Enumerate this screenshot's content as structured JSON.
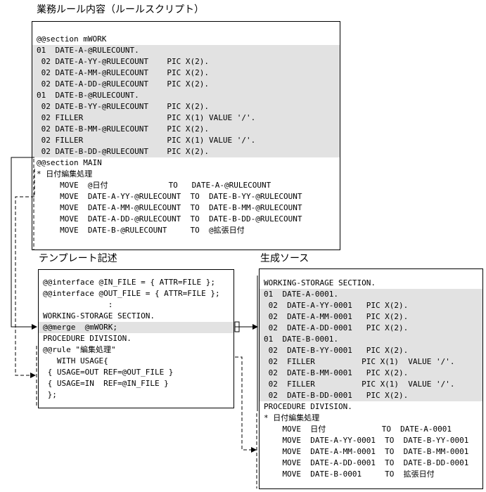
{
  "rule_box": {
    "title": "業務ルール内容（ルールスクリプト）",
    "lines": [
      {
        "text": "@@section mWORK",
        "shade": false
      },
      {
        "text": "01  DATE-A-@RULECOUNT.",
        "shade": true
      },
      {
        "text": " 02 DATE-A-YY-@RULECOUNT    PIC X(2).",
        "shade": true
      },
      {
        "text": " 02 DATE-A-MM-@RULECOUNT    PIC X(2).",
        "shade": true
      },
      {
        "text": " 02 DATE-A-DD-@RULECOUNT    PIC X(2).",
        "shade": true
      },
      {
        "text": "01  DATE-B-@RULECOUNT.",
        "shade": true
      },
      {
        "text": " 02 DATE-B-YY-@RULECOUNT    PIC X(2).",
        "shade": true
      },
      {
        "text": " 02 FILLER                  PIC X(1) VALUE '/'.",
        "shade": true
      },
      {
        "text": " 02 DATE-B-MM-@RULECOUNT    PIC X(2).",
        "shade": true
      },
      {
        "text": " 02 FILLER                  PIC X(1) VALUE '/'.",
        "shade": true
      },
      {
        "text": " 02 DATE-B-DD-@RULECOUNT    PIC X(2).",
        "shade": true
      },
      {
        "text": "@@section MAIN",
        "shade": false
      },
      {
        "text": "* 日付編集処理",
        "shade": false
      },
      {
        "text": "     MOVE  @日付             TO   DATE-A-@RULECOUNT",
        "shade": false
      },
      {
        "text": "     MOVE  DATE-A-YY-@RULECOUNT  TO  DATE-B-YY-@RULECOUNT",
        "shade": false
      },
      {
        "text": "     MOVE  DATE-A-MM-@RULECOUNT  TO  DATE-B-MM-@RULECOUNT",
        "shade": false
      },
      {
        "text": "     MOVE  DATE-A-DD-@RULECOUNT  TO  DATE-B-DD-@RULECOUNT",
        "shade": false
      },
      {
        "text": "     MOVE  DATE-B-@RULECOUNT     TO  @拡張日付",
        "shade": false
      }
    ]
  },
  "template_box": {
    "title": "テンプレート記述",
    "lines": [
      {
        "text": "@@interface @IN_FILE = { ATTR=FILE };",
        "shade": false
      },
      {
        "text": "@@interface @OUT_FILE = { ATTR=FILE };",
        "shade": false
      },
      {
        "text": "              :",
        "shade": false
      },
      {
        "text": "WORKING-STORAGE SECTION.",
        "shade": false
      },
      {
        "text": "@@merge  @mWORK;",
        "shade": true
      },
      {
        "text": "PROCEDURE DIVISION.",
        "shade": false
      },
      {
        "text": "@@rule \"編集処理\"",
        "shade": false
      },
      {
        "text": "   WITH USAGE{",
        "shade": false
      },
      {
        "text": " { USAGE=OUT REF=@OUT_FILE }",
        "shade": false
      },
      {
        "text": " { USAGE=IN  REF=@IN_FILE }",
        "shade": false
      },
      {
        "text": " };",
        "shade": false
      }
    ]
  },
  "source_box": {
    "title": "生成ソース",
    "lines": [
      {
        "text": "WORKING-STORAGE SECTION.",
        "shade": false
      },
      {
        "text": "01  DATE-A-0001.",
        "shade": true
      },
      {
        "text": " 02  DATE-A-YY-0001   PIC X(2).",
        "shade": true
      },
      {
        "text": " 02  DATE-A-MM-0001   PIC X(2).",
        "shade": true
      },
      {
        "text": " 02  DATE-A-DD-0001   PIC X(2).",
        "shade": true
      },
      {
        "text": "01  DATE-B-0001.",
        "shade": true
      },
      {
        "text": " 02  DATE-B-YY-0001   PIC X(2).",
        "shade": true
      },
      {
        "text": " 02  FILLER          PIC X(1)  VALUE '/'.",
        "shade": true
      },
      {
        "text": " 02  DATE-B-MM-0001   PIC X(2).",
        "shade": true
      },
      {
        "text": " 02  FILLER          PIC X(1)  VALUE '/'.",
        "shade": true
      },
      {
        "text": " 02  DATE-B-DD-0001   PIC X(2).",
        "shade": true
      },
      {
        "text": "PROCEDURE DIVISION.",
        "shade": false
      },
      {
        "text": "* 日付編集処理",
        "shade": false
      },
      {
        "text": "    MOVE  日付            TO  DATE-A-0001",
        "shade": false
      },
      {
        "text": "    MOVE  DATE-A-YY-0001  TO  DATE-B-YY-0001",
        "shade": false
      },
      {
        "text": "    MOVE  DATE-A-MM-0001  TO  DATE-B-MM-0001",
        "shade": false
      },
      {
        "text": "    MOVE  DATE-A-DD-0001  TO  DATE-B-DD-0001",
        "shade": false
      },
      {
        "text": "    MOVE  DATE-B-0001     TO  拡張日付",
        "shade": false
      }
    ]
  },
  "colors": {
    "shade": "#e2e2e2",
    "line": "#000000"
  }
}
